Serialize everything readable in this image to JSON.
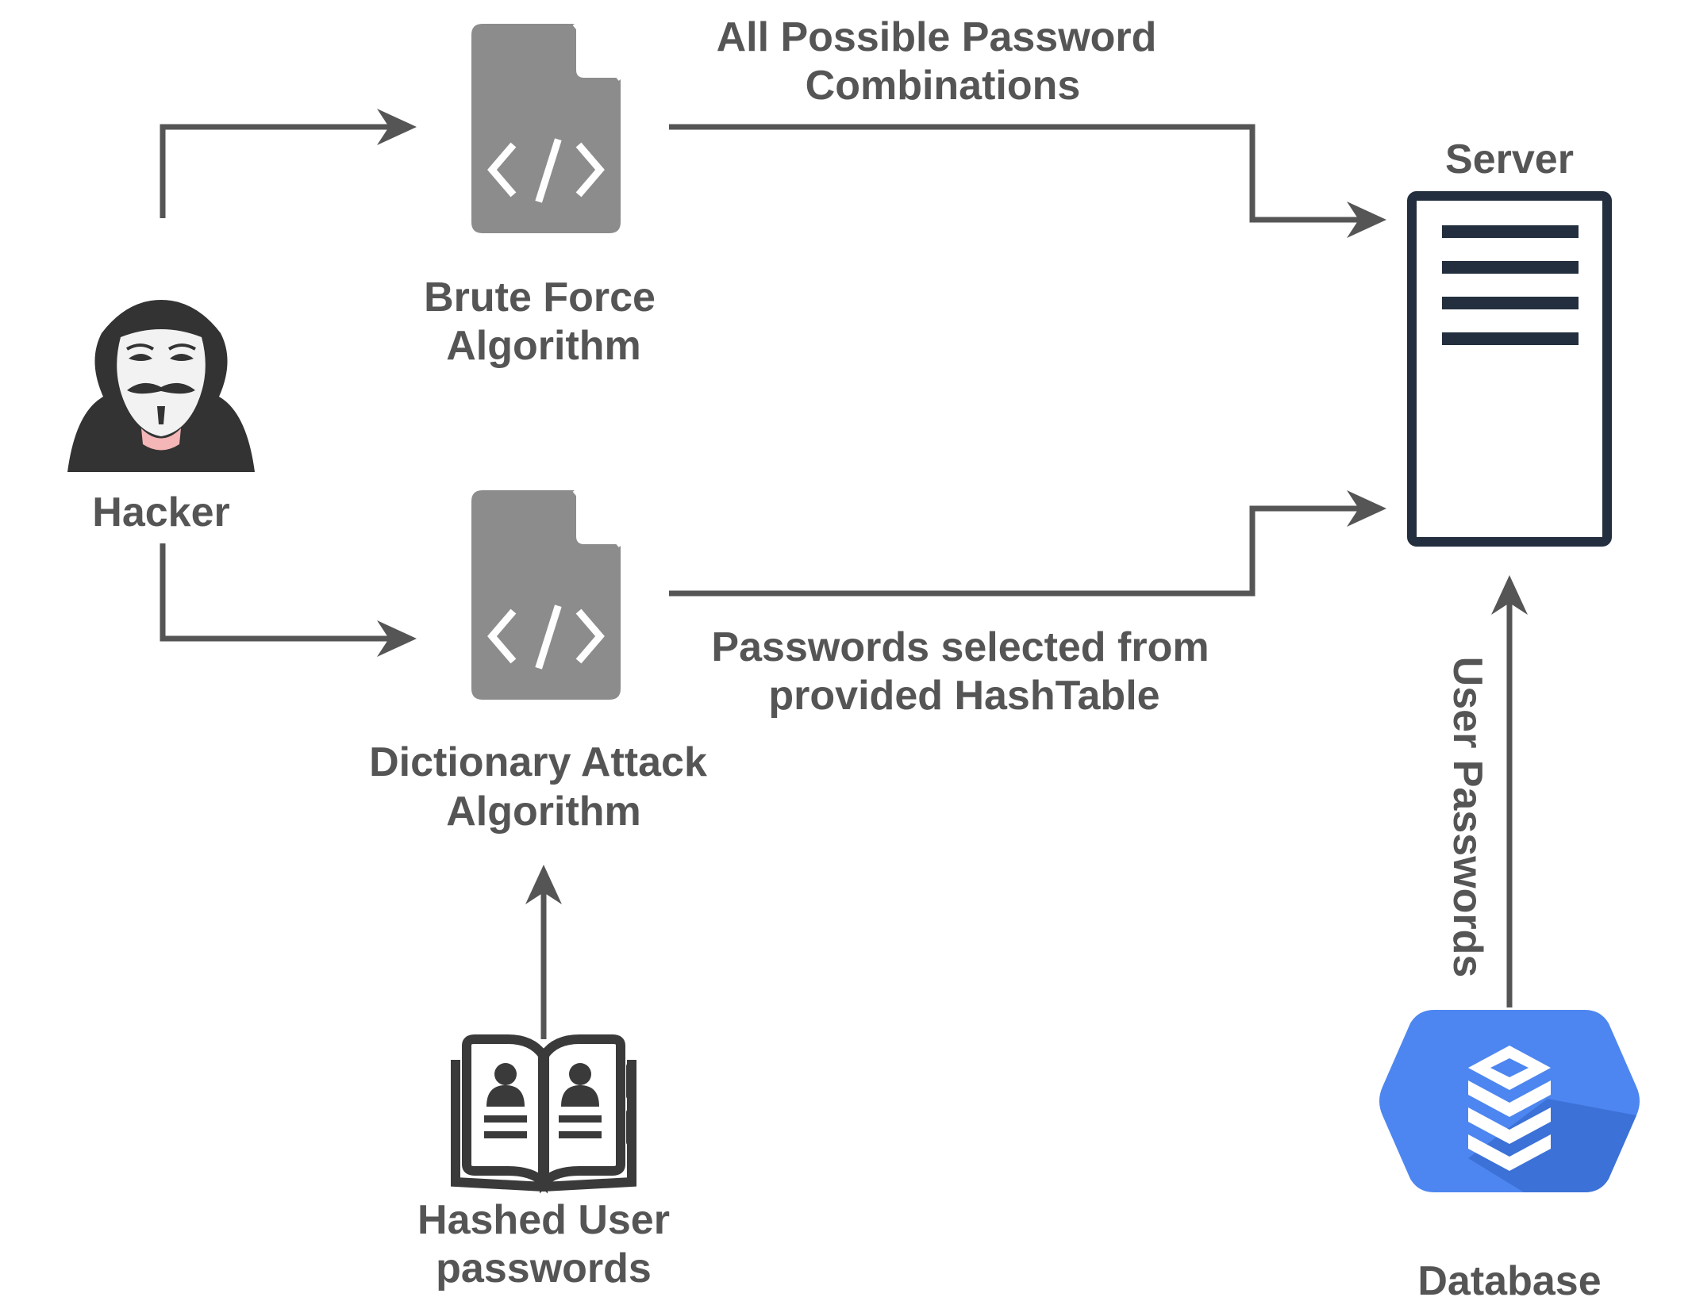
{
  "nodes": {
    "hacker": {
      "label": "Hacker"
    },
    "brute_force": {
      "label_line1": "Brute Force",
      "label_line2": "Algorithm"
    },
    "dictionary_attack": {
      "label_line1": "Dictionary Attack",
      "label_line2": "Algorithm"
    },
    "hashed_passwords": {
      "label_line1": "Hashed User",
      "label_line2": "passwords"
    },
    "server": {
      "label": "Server"
    },
    "database": {
      "label": "Database"
    }
  },
  "edges": {
    "brute_to_server": {
      "label_line1": "All Possible Password",
      "label_line2": "Combinations"
    },
    "dict_to_server": {
      "label_line1": "Passwords selected from",
      "label_line2": "provided HashTable"
    },
    "db_to_server": {
      "label": "User Passwords"
    }
  },
  "icons": {
    "hacker": "hacker-mask-icon",
    "brute_force": "code-file-icon",
    "dictionary_attack": "code-file-icon",
    "hashed_passwords": "address-book-icon",
    "server": "server-icon",
    "database": "cloud-database-icon"
  },
  "colors": {
    "arrow": "#555555",
    "text": "#555555",
    "file_icon": "#8c8c8c",
    "server_frame": "#232f3e",
    "database_blue": "#4d86f0",
    "database_shadow": "#3b6fd4"
  }
}
